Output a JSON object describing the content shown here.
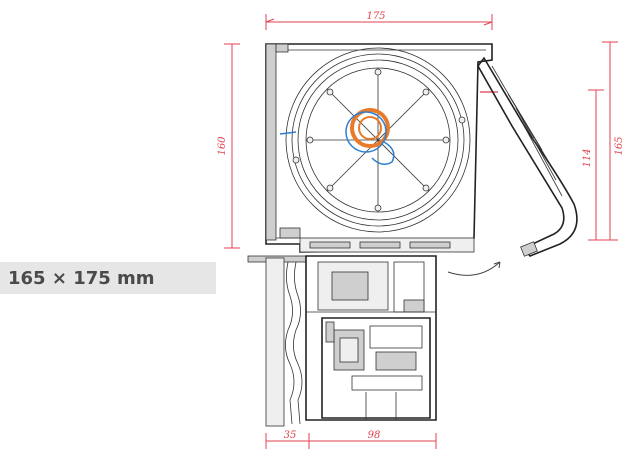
{
  "badge": {
    "label": "165 × 175 mm"
  },
  "dimensions": {
    "top_width": "175",
    "left_height": "160",
    "right_height_outer": "165",
    "right_height_inner": "114",
    "bottom_left": "35",
    "bottom_right": "98"
  },
  "colors": {
    "dimension_red": "#e0424d",
    "shaft_orange": "#e87a2a",
    "shaft_blue": "#2f7fd0",
    "badge_bg": "#e6e6e6",
    "badge_text": "#4a4a4a"
  }
}
